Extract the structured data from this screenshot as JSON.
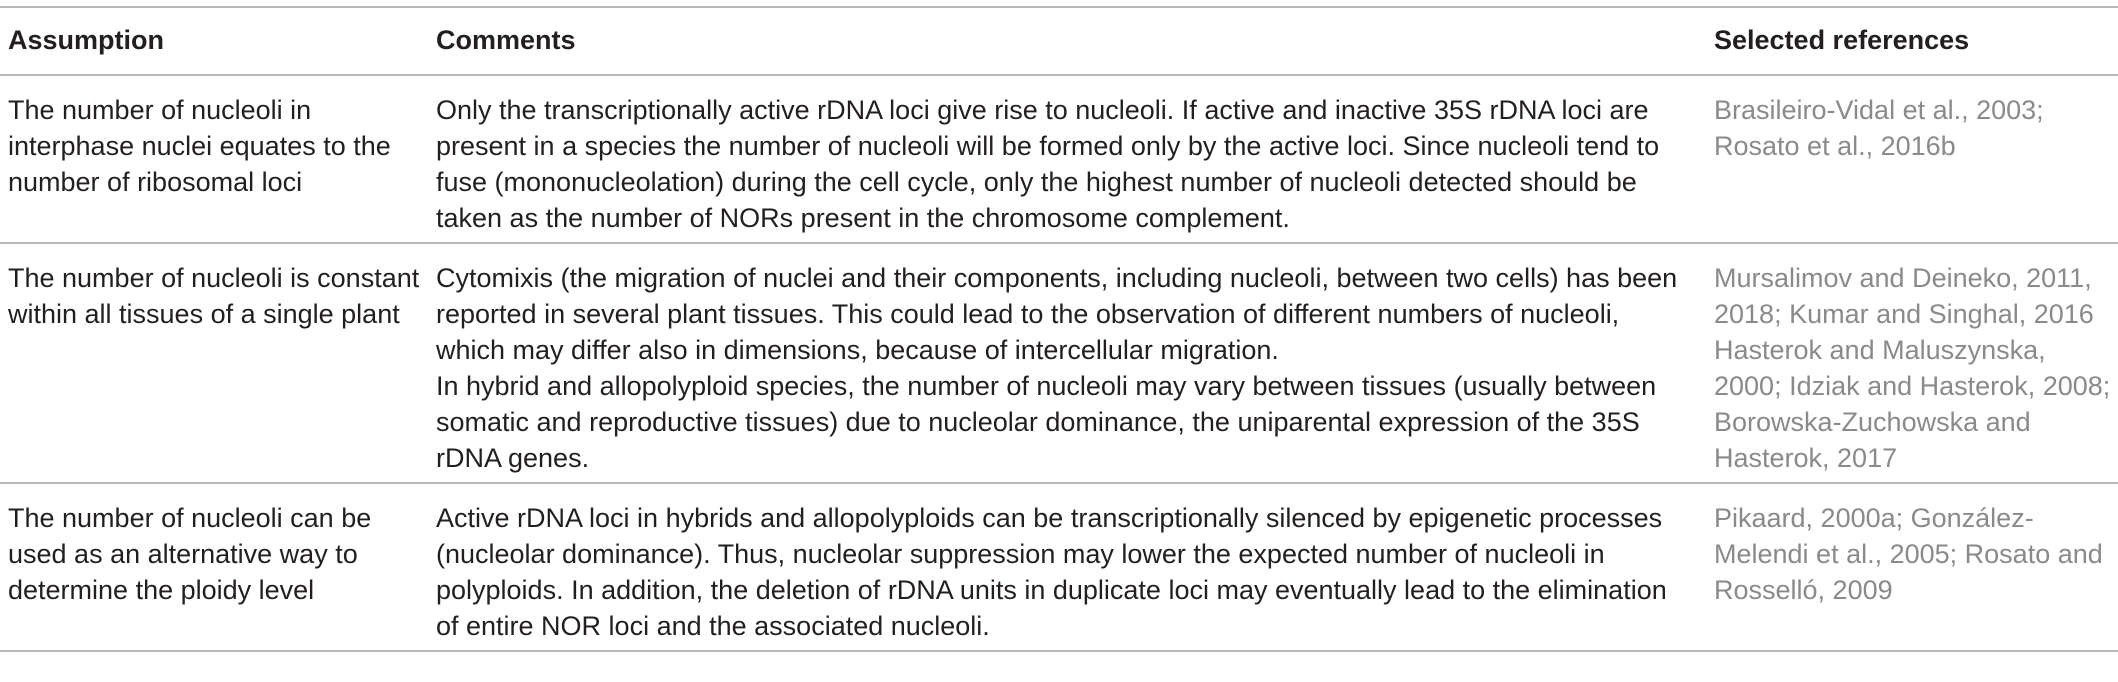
{
  "table": {
    "headers": {
      "assumption": "Assumption",
      "comments": "Comments",
      "references": "Selected references"
    },
    "rows": [
      {
        "assumption": "The number of nucleoli in interphase nuclei equates to the number of ribosomal loci",
        "comments": [
          "Only the transcriptionally active rDNA loci give rise to nucleoli. If active and inactive 35S rDNA loci are present in a species the number of nucleoli will be formed only by the active loci. Since nucleoli tend to fuse (mononucleolation) during the cell cycle, only the highest number of nucleoli detected should be taken as the number of NORs present in the chromosome complement."
        ],
        "references": "Brasileiro-Vidal et al., 2003; Rosato et al., 2016b"
      },
      {
        "assumption": "The number of nucleoli is constant within all tissues of a single plant",
        "comments": [
          "Cytomixis (the migration of nuclei and their components, including nucleoli, between two cells) has been reported in several plant tissues. This could lead to the observation of different numbers of nucleoli, which may differ also in dimensions, because of intercellular migration.",
          "In hybrid and allopolyploid species, the number of nucleoli may vary between tissues (usually between somatic and reproductive tissues) due to nucleolar dominance, the uniparental expression of the 35S rDNA genes."
        ],
        "references": "Mursalimov and Deineko, 2011, 2018; Kumar and Singhal, 2016 Hasterok and Maluszynska, 2000; Idziak and Hasterok, 2008; Borowska-Zuchowska and Hasterok, 2017"
      },
      {
        "assumption": "The number of nucleoli can be used as an alternative way to determine the ploidy level",
        "comments": [
          "Active rDNA loci in hybrids and allopolyploids can be transcriptionally silenced by epigenetic processes (nucleolar dominance). Thus, nucleolar suppression may lower the expected number of nucleoli in polyploids. In addition, the deletion of rDNA units in duplicate loci may eventually lead to the elimination of entire NOR loci and the associated nucleoli."
        ],
        "references": "Pikaard, 2000a; González-Melendi et al., 2005; Rosato and Rosselló, 2009"
      }
    ]
  }
}
